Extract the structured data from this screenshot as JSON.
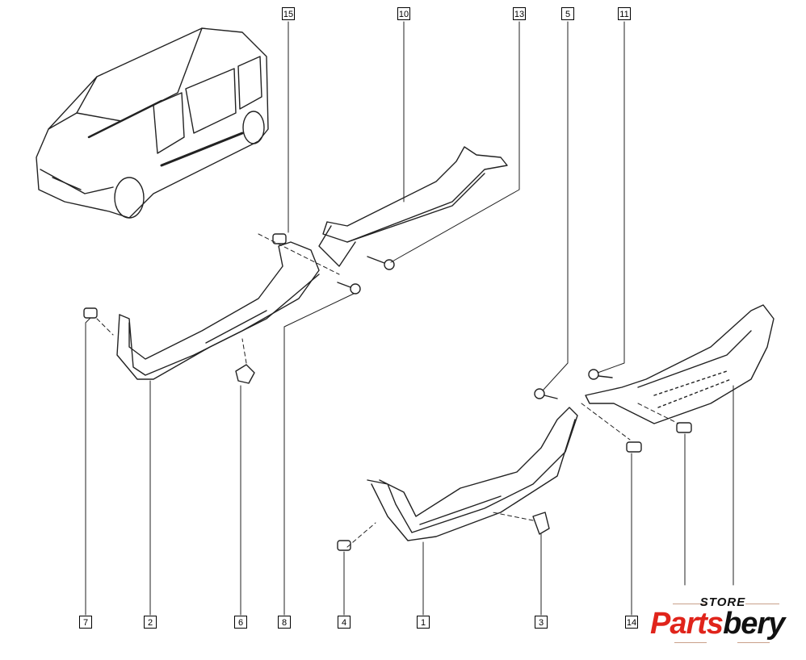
{
  "diagram": {
    "callouts_top": [
      "15",
      "10",
      "13",
      "5",
      "11"
    ],
    "callouts_bottom": [
      "7",
      "2",
      "6",
      "8",
      "4",
      "1",
      "3",
      "14"
    ]
  },
  "logo": {
    "store": "STORE",
    "brand_part1": "Parts",
    "brand_part2": "bery"
  }
}
